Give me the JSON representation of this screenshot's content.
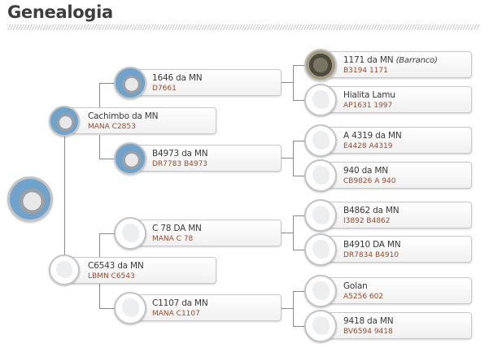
{
  "title": "Genealogia",
  "root": {
    "name": ""
  },
  "sire": {
    "name": "Cachimbo da MN",
    "code": "MANA C2853"
  },
  "dam": {
    "name": "C6543 da MN",
    "code": "LBMN C6543"
  },
  "sire_sire": {
    "name": "1646 da MN",
    "code": "D7661"
  },
  "sire_dam": {
    "name": "B4973 da MN",
    "code": "DR7783 B4973"
  },
  "dam_sire": {
    "name": "C 78 DA MN",
    "code": "MANA C 78"
  },
  "dam_dam": {
    "name": "C1107 da MN",
    "code": "MANA C1107"
  },
  "ggp": [
    {
      "name": "1171 da MN",
      "nick": "(Barranco)",
      "code": "B3194 1171"
    },
    {
      "name": "Hialita Lamu",
      "code": "AP1631 1997"
    },
    {
      "name": "A 4319 da MN",
      "code": "E4428 A4319"
    },
    {
      "name": "940 da MN",
      "code": "CB9826 A 940"
    },
    {
      "name": "B4862 da MN",
      "code": "I3892 B4862"
    },
    {
      "name": "B4910 DA MN",
      "code": "DR7834 B4910"
    },
    {
      "name": "Golan",
      "code": "A5256 602"
    },
    {
      "name": "9418 da MN",
      "code": "BV6594 9418"
    }
  ]
}
